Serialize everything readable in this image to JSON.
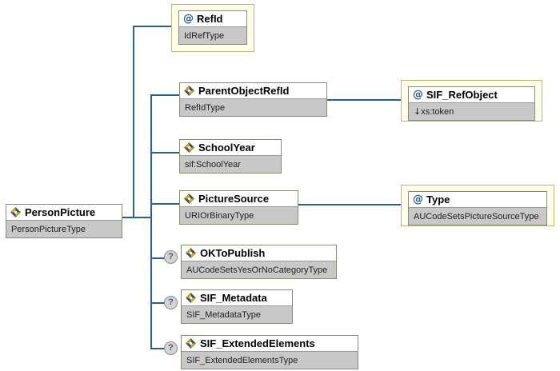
{
  "diagram": {
    "kind": "xml-schema-tree",
    "colors": {
      "connector": "#2b5f8e",
      "attribute_container_fill": "#ffffe8",
      "attribute_container_border": "#b8b87a",
      "node_border": "#8a8a7a",
      "type_band_fill": "#c8c8c8",
      "attribute_glyph": "#2b5f8e",
      "optional_marker_fill": "#d4d4d4"
    },
    "root": {
      "name": "PersonPicture",
      "type": "PersonPictureType",
      "icon": "element-diamond-icon"
    },
    "nodes": [
      {
        "id": "refid",
        "name": "RefId",
        "type": "IdRefType",
        "icon": "attribute-at-icon",
        "kind": "attribute",
        "optional": false,
        "prefix": ""
      },
      {
        "id": "parentobjectrefid",
        "name": "ParentObjectRefId",
        "type": "RefIdType",
        "icon": "element-diamond-icon",
        "kind": "element",
        "optional": false,
        "prefix": ""
      },
      {
        "id": "sif_refobject",
        "name": "SIF_RefObject",
        "type": "xs:token",
        "icon": "attribute-at-icon",
        "kind": "attribute",
        "optional": false,
        "prefix": "↓"
      },
      {
        "id": "schoolyear",
        "name": "SchoolYear",
        "type": "sif:SchoolYear",
        "icon": "element-diamond-icon",
        "kind": "element",
        "optional": false,
        "prefix": ""
      },
      {
        "id": "picturesource",
        "name": "PictureSource",
        "type": "URIOrBinaryType",
        "icon": "element-diamond-icon",
        "kind": "element",
        "optional": false,
        "prefix": ""
      },
      {
        "id": "type",
        "name": "Type",
        "type": "AUCodeSetsPictureSourceType",
        "icon": "attribute-at-icon",
        "kind": "attribute",
        "optional": false,
        "prefix": ""
      },
      {
        "id": "oktopublish",
        "name": "OKToPublish",
        "type": "AUCodeSetsYesOrNoCategoryType",
        "icon": "element-diamond-icon",
        "kind": "element",
        "optional": true,
        "prefix": ""
      },
      {
        "id": "sif_metadata",
        "name": "SIF_Metadata",
        "type": "SIF_MetadataType",
        "icon": "element-diamond-icon",
        "kind": "element",
        "optional": true,
        "prefix": ""
      },
      {
        "id": "sif_extendedelements",
        "name": "SIF_ExtendedElements",
        "type": "SIF_ExtendedElementsType",
        "icon": "element-diamond-icon",
        "kind": "element",
        "optional": true,
        "prefix": ""
      }
    ],
    "optional_marker_label": "?"
  }
}
